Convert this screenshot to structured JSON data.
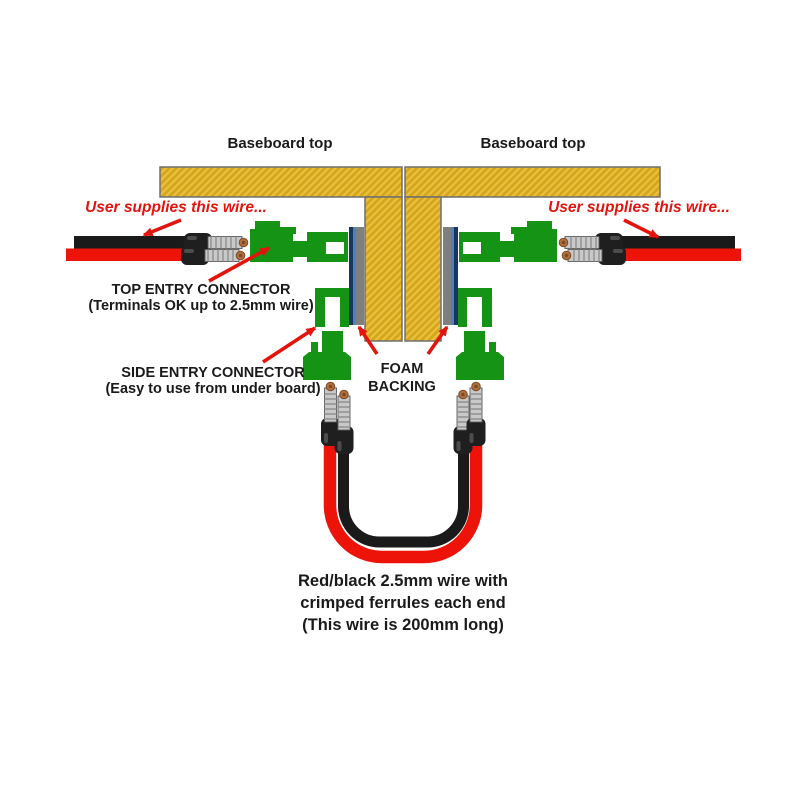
{
  "title": "Baseboard joint connector wiring diagram",
  "labels": {
    "baseboard_left": "Baseboard top",
    "baseboard_right": "Baseboard top",
    "user_wire_left": "User supplies this wire...",
    "user_wire_right": "User supplies this wire...",
    "top_entry_line1": "TOP ENTRY CONNECTOR",
    "top_entry_line2": "(Terminals OK up to  2.5mm wire)",
    "side_entry_line1": "SIDE ENTRY CONNECTOR",
    "side_entry_line2": "(Easy to use from under board)",
    "foam_line1": "FOAM",
    "foam_line2": "BACKING",
    "bottom_line1": "Red/black 2.5mm wire with",
    "bottom_line2": "crimped ferrules each end",
    "bottom_line3": "(This wire is 200mm long)"
  },
  "colors": {
    "board_base": "#d7a51c",
    "board_hatch": "#e8c23e",
    "board_outline": "#6e6e6e",
    "connector_green": "#149314",
    "pcb_navy": "#17375e",
    "pcb_blue": "#4f81bd",
    "foam_gray": "#7f7f7f",
    "wire_red": "#ee1309",
    "wire_black": "#1a1a1a",
    "annotation_red": "#e2140c",
    "text_black": "#1a1a1a",
    "ferrule_silver": "#c9c9c9",
    "ferrule_rib": "#8f8f8f",
    "ferrule_edge": "#5a5a5a",
    "ferrule_copper": "#b2703f",
    "ferrule_copper_dark": "#7c4a24",
    "collar_black": "#1f1f1f"
  }
}
